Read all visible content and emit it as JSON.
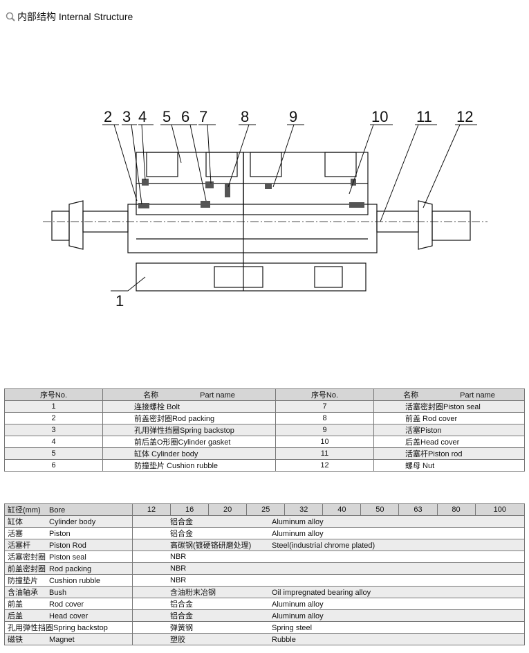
{
  "title": {
    "icon": "magnifier-icon",
    "text": "内部结构 Internal Structure"
  },
  "callouts": [
    "1",
    "2",
    "3",
    "4",
    "5",
    "6",
    "7",
    "8",
    "9",
    "10",
    "11",
    "12"
  ],
  "parts_table": {
    "headers": {
      "no": "序号No.",
      "name_cn": "名称",
      "name_en": "Part name"
    },
    "rows": [
      {
        "no_a": "1",
        "name_a": "连接螺栓 Bolt",
        "no_b": "7",
        "name_b": "活塞密封圈Piston seal"
      },
      {
        "no_a": "2",
        "name_a": "前盖密封圈Rod packing",
        "no_b": "8",
        "name_b": "前盖   Rod cover"
      },
      {
        "no_a": "3",
        "name_a": "孔用弹性挡圈Spring backstop",
        "no_b": "9",
        "name_b": "活塞Piston"
      },
      {
        "no_a": "4",
        "name_a": "前后盖O形圈Cylinder gasket",
        "no_b": "10",
        "name_b": "后盖Head cover"
      },
      {
        "no_a": "5",
        "name_a": "缸体 Cylinder body",
        "no_b": "11",
        "name_b": "活塞杆Piston rod"
      },
      {
        "no_a": "6",
        "name_a": "防撞垫片 Cushion rubble",
        "no_b": "12",
        "name_b": "螺母   Nut"
      }
    ]
  },
  "material_table": {
    "header_cn": "缸径(mm)",
    "header_en": "Bore",
    "bores": [
      "12",
      "16",
      "20",
      "25",
      "32",
      "40",
      "50",
      "63",
      "80",
      "100"
    ],
    "rows": [
      {
        "cn": "缸体",
        "en": "Cylinder body",
        "mat_cn": "铝合金",
        "mat_en": "Aluminum alloy"
      },
      {
        "cn": "活塞",
        "en": "Piston",
        "mat_cn": "铝合金",
        "mat_en": "Aluminum alloy"
      },
      {
        "cn": "活塞杆",
        "en": "Piston Rod",
        "mat_cn": "高碳钢(镀硬铬研磨处理)",
        "mat_en": "Steel(industrial chrome plated)"
      },
      {
        "cn": "活塞密封圈",
        "en": "Piston seal",
        "mat_cn": "NBR",
        "mat_en": ""
      },
      {
        "cn": "前盖密封圈",
        "en": "Rod packing",
        "mat_cn": "NBR",
        "mat_en": ""
      },
      {
        "cn": "防撞垫片",
        "en": "Cushion rubble",
        "mat_cn": "NBR",
        "mat_en": ""
      },
      {
        "cn": "含油轴承",
        "en": "Bush",
        "mat_cn": "含油粉末冶钢",
        "mat_en": "Oil impregnated bearing alloy"
      },
      {
        "cn": "前盖",
        "en": "Rod cover",
        "mat_cn": "铝合金",
        "mat_en": "Aluminum alloy"
      },
      {
        "cn": "后盖",
        "en": "Head cover",
        "mat_cn": "铝合金",
        "mat_en": "Aluminum alloy"
      },
      {
        "cn": "孔用弹性挡圈",
        "en": "Spring backstop",
        "mat_cn": "弹簧钢",
        "mat_en": "Spring   steel"
      },
      {
        "cn": "磁铁",
        "en": "Magnet",
        "mat_cn": "塑胶",
        "mat_en": "Rubble"
      }
    ]
  }
}
